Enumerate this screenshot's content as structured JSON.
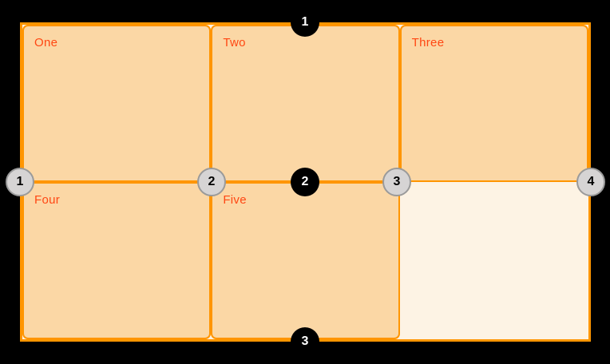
{
  "grid": {
    "cells": [
      {
        "label": "One"
      },
      {
        "label": "Two"
      },
      {
        "label": "Three"
      },
      {
        "label": "Four"
      },
      {
        "label": "Five"
      }
    ],
    "row_lines": [
      "1",
      "2",
      "3"
    ],
    "column_lines": [
      "1",
      "2",
      "3",
      "4"
    ]
  },
  "colors": {
    "background": "#000000",
    "container_border": "#ff9500",
    "cell_fill": "#fbd7a5",
    "cell_border": "#ff9500",
    "empty_cell_fill": "#fdf3e4",
    "label_text": "#ff4713",
    "row_badge_bg": "#000000",
    "row_badge_text": "#ffffff",
    "column_badge_bg": "#d6d4d4",
    "column_badge_border": "#9a9a9a",
    "column_badge_text": "#000000"
  }
}
